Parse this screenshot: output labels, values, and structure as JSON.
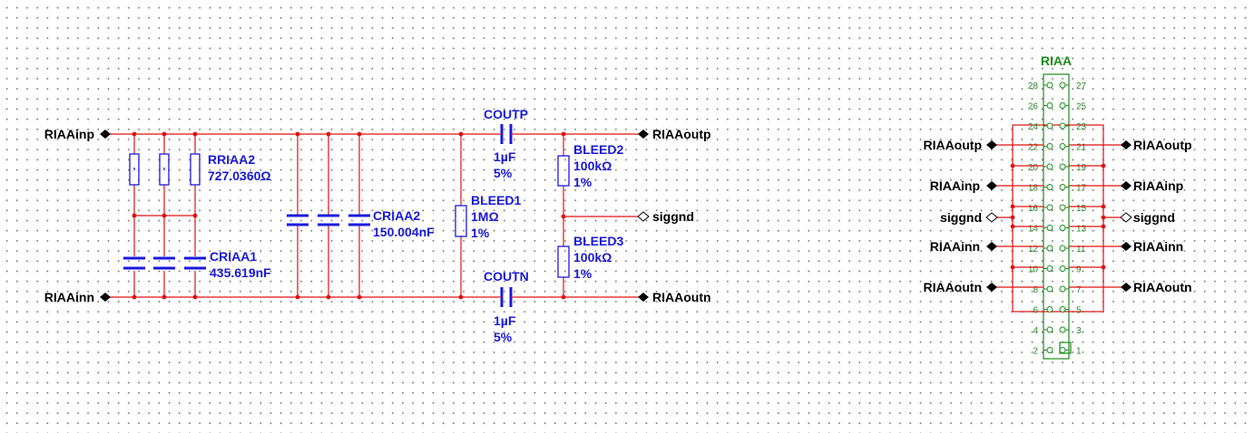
{
  "nets": {
    "riaainp": "RIAAinp",
    "riaainn": "RIAAinn",
    "riaaoutp": "RIAAoutp",
    "riaaoutn": "RIAAoutn",
    "siggnd": "siggnd"
  },
  "components": {
    "rriaa2": {
      "ref": "RRIAA2",
      "value": "727.0360Ω"
    },
    "criaa1": {
      "ref": "CRIAA1",
      "value": "435.619nF"
    },
    "criaa2": {
      "ref": "CRIAA2",
      "value": "150.004nF"
    },
    "bleed1": {
      "ref": "BLEED1",
      "value": "1MΩ",
      "tolerance": "1%"
    },
    "coutp": {
      "ref": "COUTP",
      "value": "1µF",
      "tolerance": "5%"
    },
    "coutn": {
      "ref": "COUTN",
      "value": "1µF",
      "tolerance": "5%"
    },
    "bleed2": {
      "ref": "BLEED2",
      "value": "100kΩ",
      "tolerance": "1%"
    },
    "bleed3": {
      "ref": "BLEED3",
      "value": "100kΩ",
      "tolerance": "1%"
    }
  },
  "header": {
    "ref": "RIAA",
    "pins_left": [
      "28",
      "26",
      "24",
      "22",
      "20",
      "18",
      "16",
      "14",
      "12",
      "10",
      "8",
      "6",
      "4",
      "2"
    ],
    "pins_right": [
      "27",
      "25",
      "23",
      "21",
      "19",
      "17",
      "15",
      "13",
      "11",
      "9",
      "7",
      "5",
      "3",
      "1"
    ]
  },
  "colors": {
    "wire": "#e01010",
    "component": "#1a1adc",
    "net_label": "#000000",
    "header": "#1e8a1e",
    "junction": "#e01010"
  }
}
